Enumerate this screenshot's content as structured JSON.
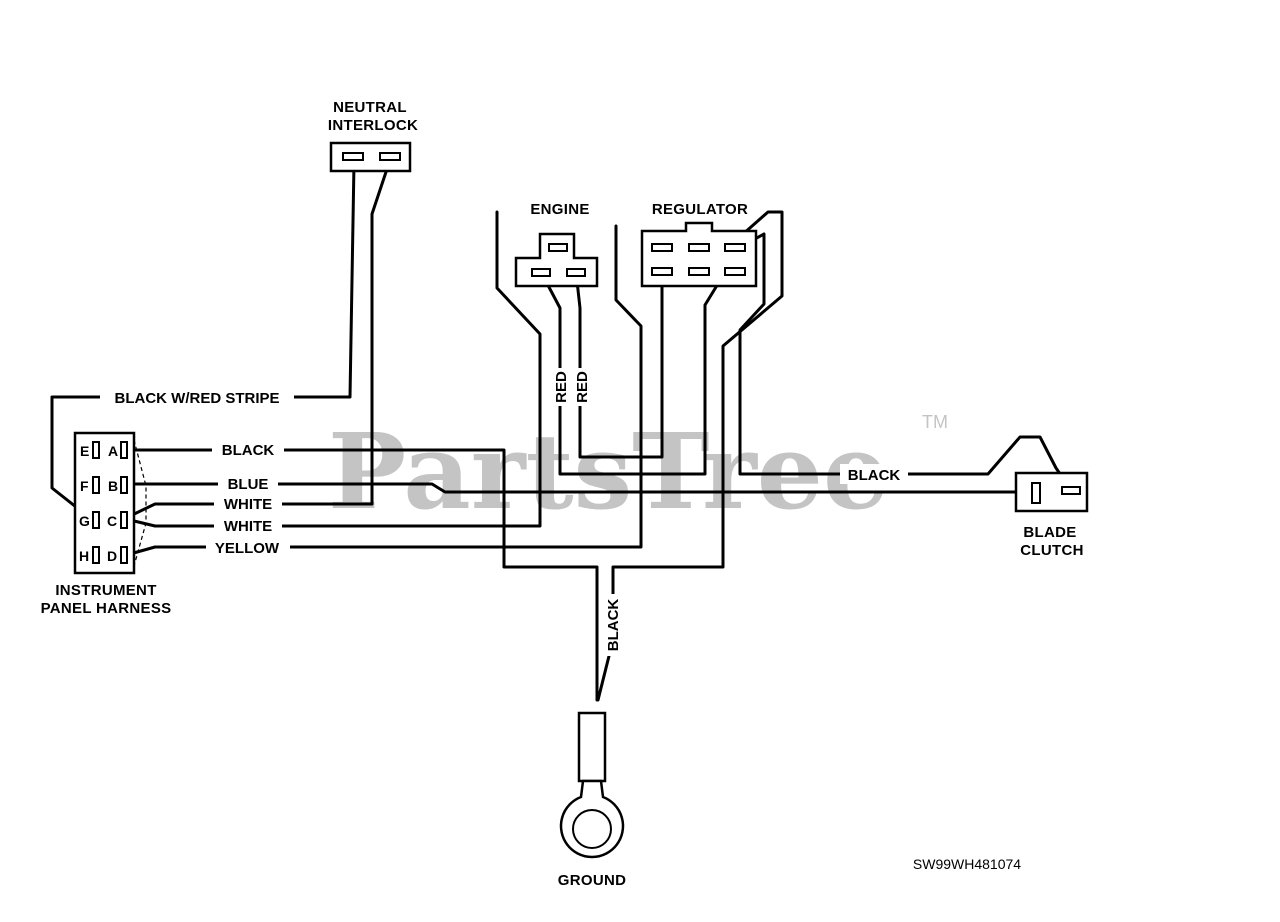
{
  "watermark": {
    "text": "PartsTree",
    "trademark": "TM"
  },
  "components": {
    "neutral_interlock": {
      "line1": "NEUTRAL",
      "line2": "INTERLOCK"
    },
    "engine": "ENGINE",
    "regulator": "REGULATOR",
    "blade_clutch": {
      "line1": "BLADE",
      "line2": "CLUTCH"
    },
    "ground": "GROUND",
    "instrument_panel_harness": {
      "line1": "INSTRUMENT",
      "line2": "PANEL HARNESS",
      "pins_left": [
        "E",
        "F",
        "G",
        "H"
      ],
      "pins_right": [
        "A",
        "B",
        "C",
        "D"
      ]
    }
  },
  "wires": {
    "black_red_stripe": "BLACK W/RED STRIPE",
    "black_a": "BLACK",
    "blue": "BLUE",
    "white_1": "WHITE",
    "white_2": "WHITE",
    "yellow": "YELLOW",
    "red_1": "RED",
    "red_2": "RED",
    "black_clutch": "BLACK",
    "black_ground": "BLACK"
  },
  "part_code": "SW99WH481074"
}
